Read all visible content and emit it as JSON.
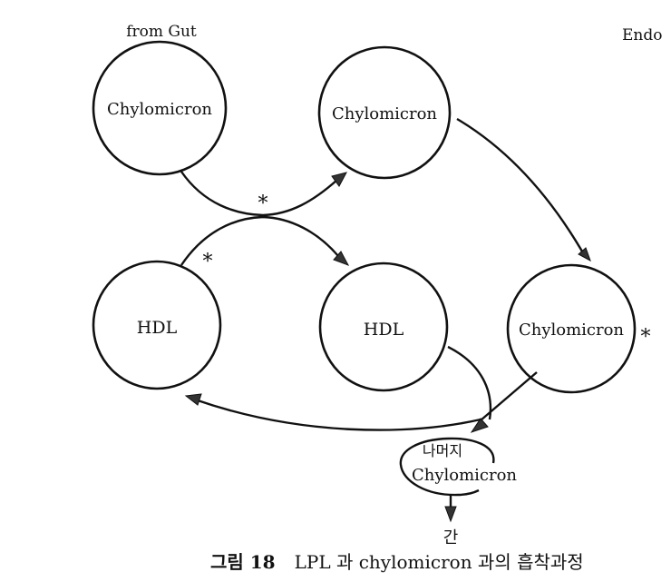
{
  "diagram": {
    "labels": {
      "source": "from Gut",
      "corner": "Endo",
      "destination": "간",
      "star": "*"
    },
    "nodes": [
      {
        "id": "chylo-gut",
        "label": "Chylomicron"
      },
      {
        "id": "chylo-2",
        "label": "Chylomicron"
      },
      {
        "id": "hdl-left",
        "label": "HDL"
      },
      {
        "id": "hdl-mid",
        "label": "HDL"
      },
      {
        "id": "chylo-right",
        "label": "Chylomicron"
      },
      {
        "id": "remnant",
        "label_line1": "나머지",
        "label_line2": "Chylomicron"
      }
    ],
    "edges": [
      {
        "from": "chylo-gut",
        "to": "chylo-2",
        "marked": true
      },
      {
        "from": "hdl-left",
        "to": "hdl-mid",
        "marked": true
      },
      {
        "from": "chylo-2",
        "to": "chylo-right",
        "marked": false
      },
      {
        "from": "chylo-right",
        "to": "remnant",
        "marked": false
      },
      {
        "from": "hdl-mid",
        "to": "remnant",
        "marked": false
      },
      {
        "from": "remnant",
        "to": "hdl-left",
        "marked": false
      },
      {
        "from": "remnant",
        "to": "liver",
        "marked": false
      }
    ],
    "caption": {
      "figure": "그림 18",
      "text": "LPL 과  chylomicron 과의  흡착과정"
    }
  }
}
